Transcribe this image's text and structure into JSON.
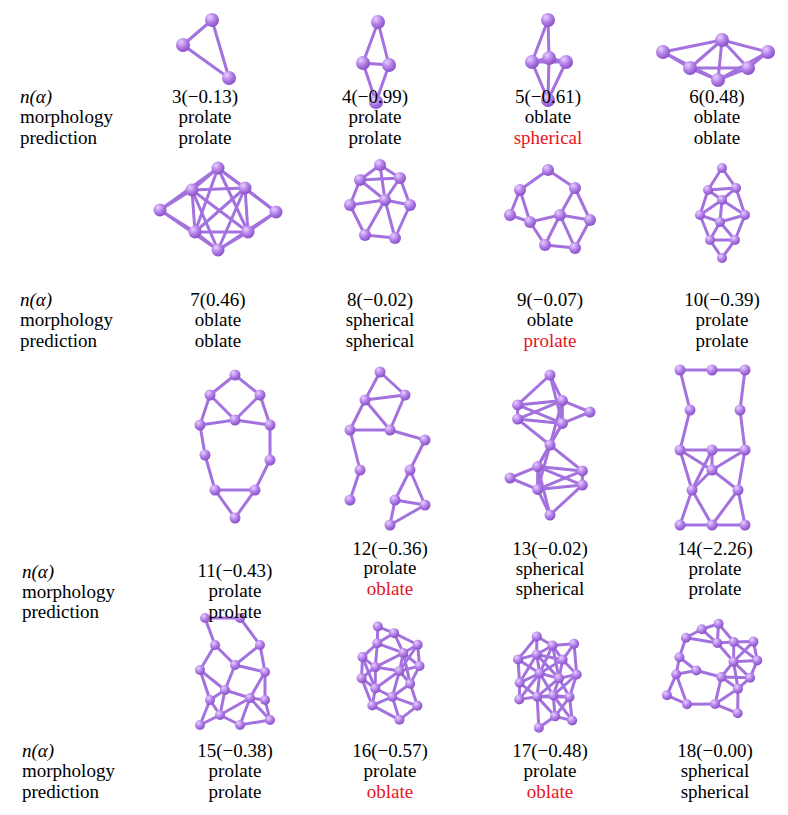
{
  "diagram": {
    "labels": [
      "n(α)",
      "morphology",
      "prediction",
      "3(−0.13)",
      "prolate",
      "prolate",
      "4(−0.99)",
      "prolate",
      "prolate",
      "5(−0.61)",
      "oblate",
      "spherical",
      "6(0.48)",
      "oblate",
      "oblate",
      "n(α)",
      "morphology",
      "prediction",
      "7(0.46)",
      "oblate",
      "oblate",
      "8(−0.02)",
      "spherical",
      "spherical",
      "9(−0.07)",
      "oblate",
      "prolate",
      "10(−0.39)",
      "prolate",
      "prolate",
      "n(α)",
      "morphology",
      "prediction",
      "11(−0.43)",
      "prolate",
      "prolate",
      "12(−0.36)",
      "prolate",
      "oblate",
      "13(−0.02)",
      "spherical",
      "spherical",
      "14(−2.26)",
      "prolate",
      "prolate",
      "n(α)",
      "morphology",
      "prediction",
      "15(−0.38)",
      "prolate",
      "prolate",
      "16(−0.57)",
      "prolate",
      "oblate",
      "17(−0.48)",
      "prolate",
      "oblate",
      "18(−0.00)",
      "spherical",
      "spherical"
    ]
  }
}
